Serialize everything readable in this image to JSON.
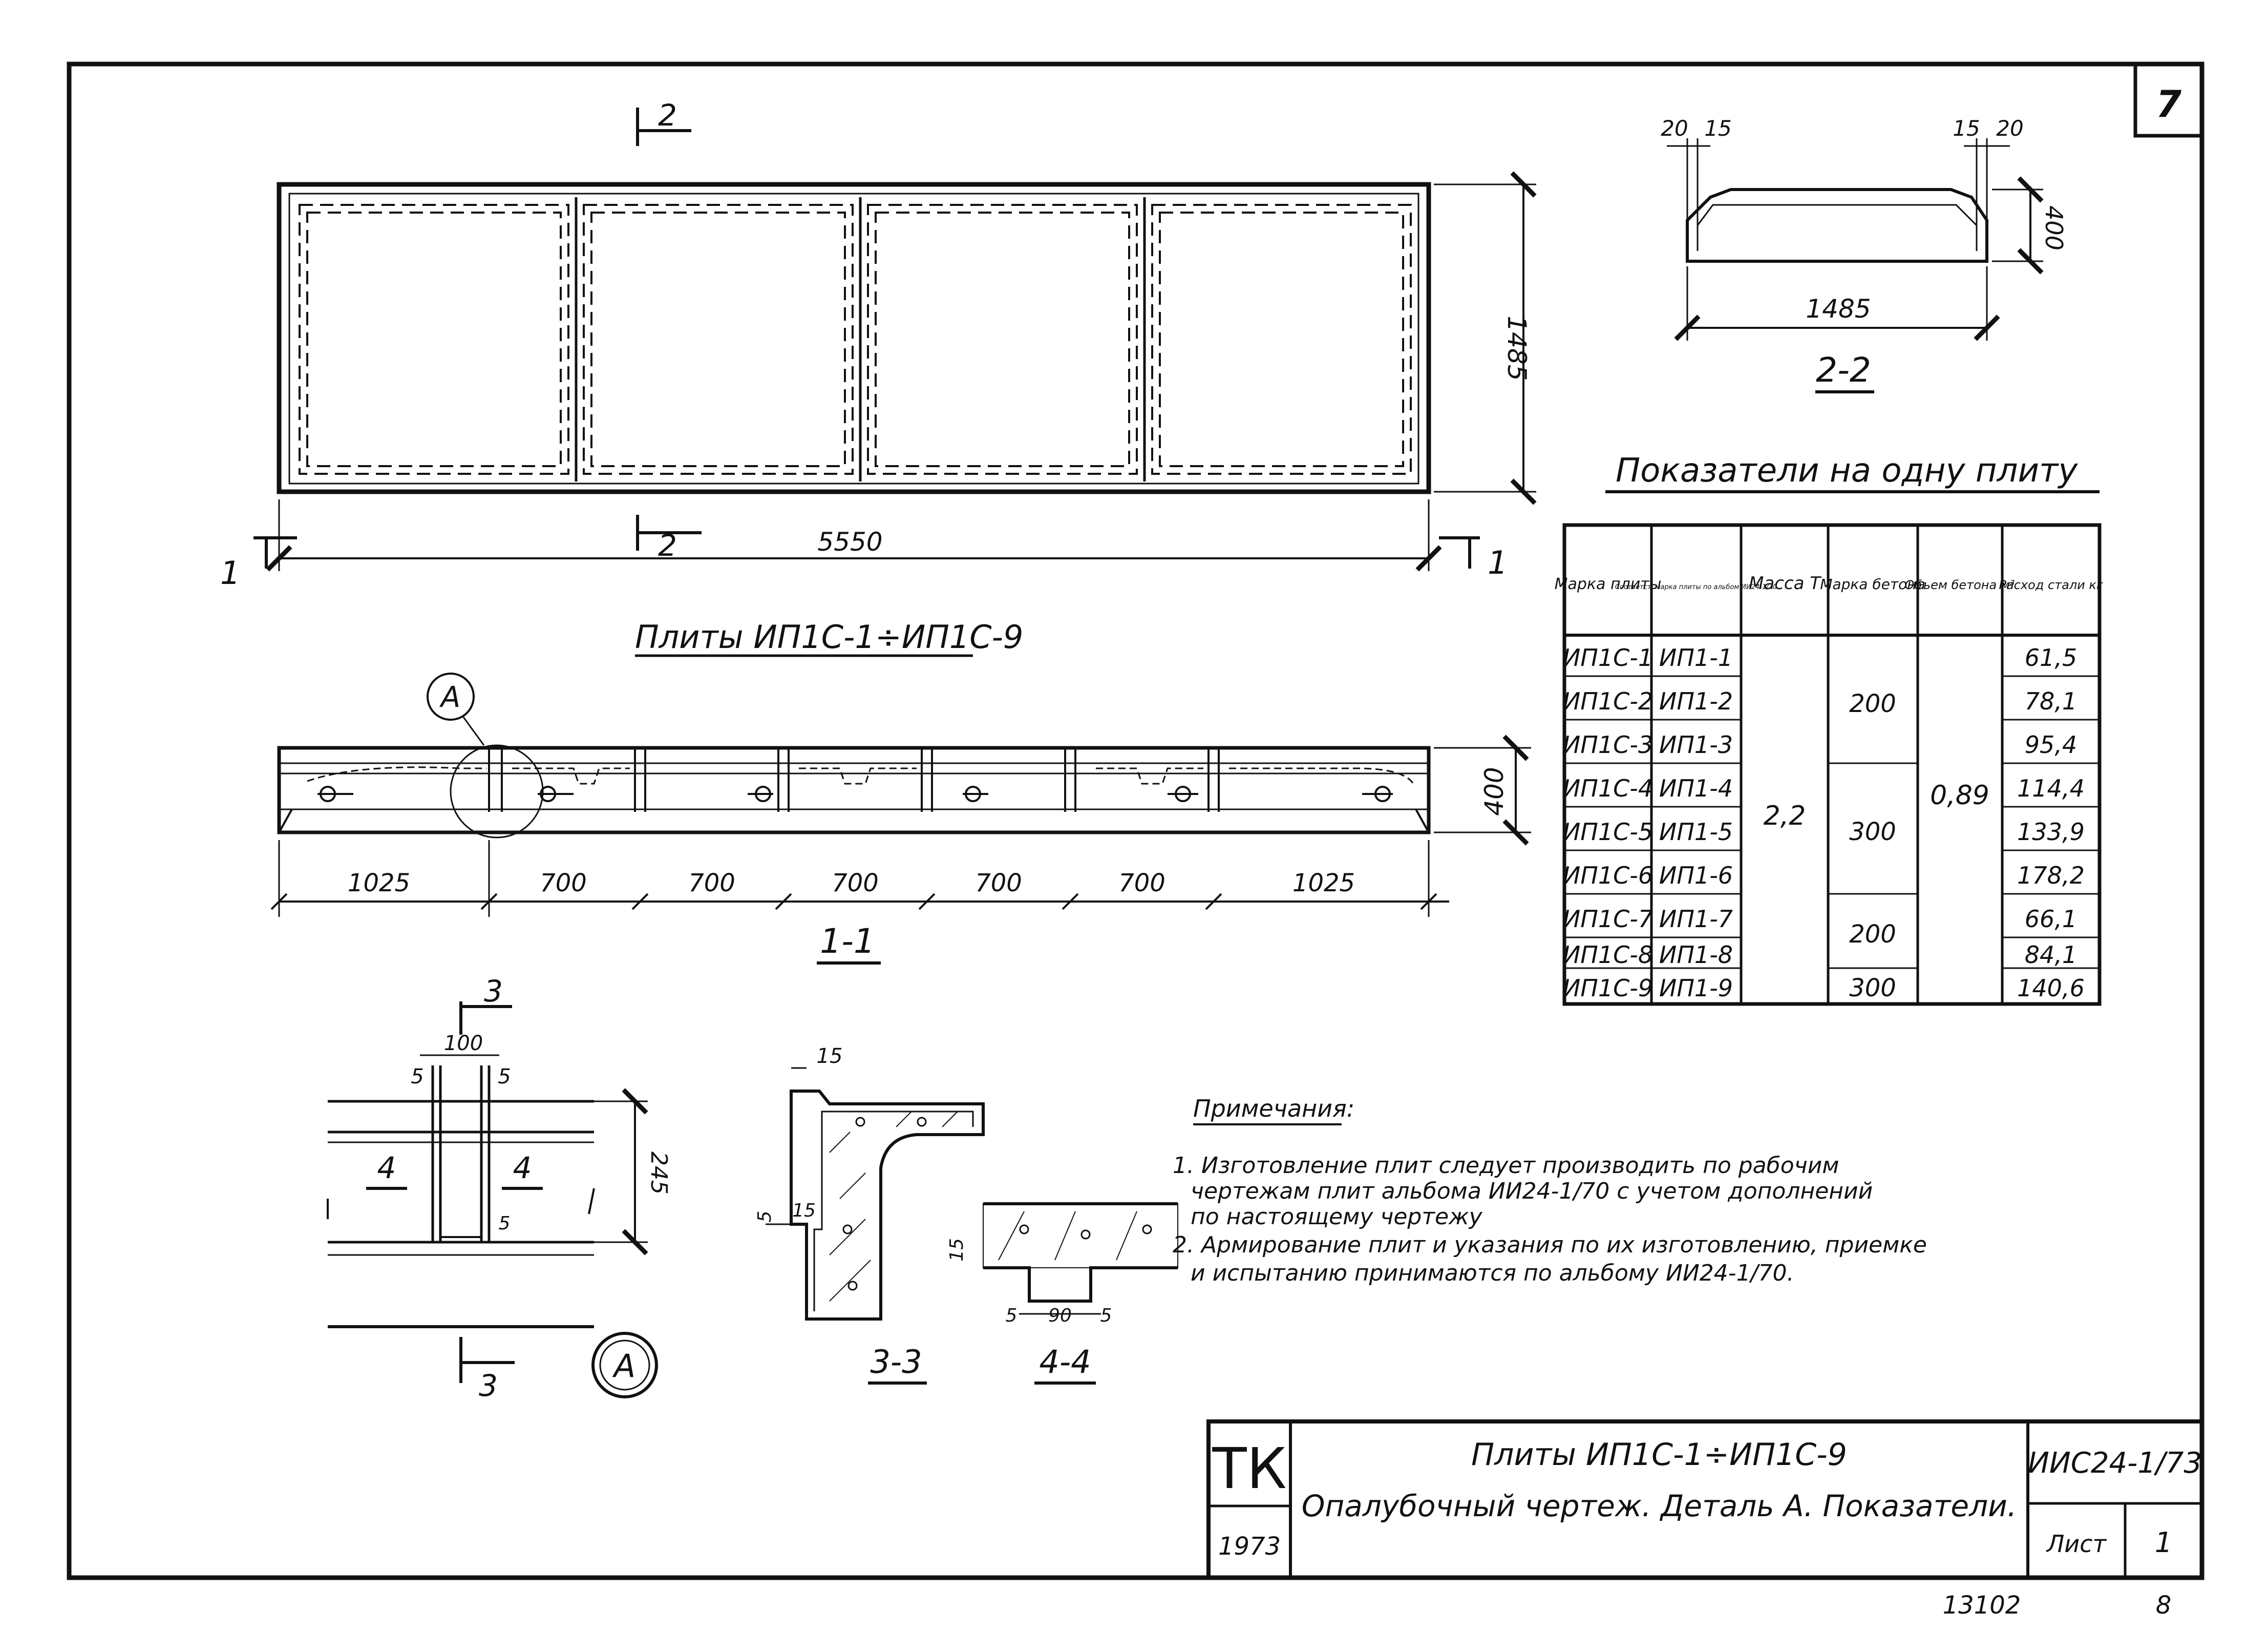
{
  "sheet": {
    "page_number": "7",
    "bottom_code": "13102",
    "bottom_page": "8"
  },
  "plan_view": {
    "title": "Плиты ИП1С-1÷ИП1С-9",
    "dim_length": "5550",
    "dim_width": "1485",
    "section_mark_2": "2",
    "section_mark_1": "1"
  },
  "section_1_1": {
    "title": "1-1",
    "dim_height": "400",
    "callout": "А",
    "spacings": [
      "1025",
      "700",
      "700",
      "700",
      "700",
      "700",
      "1025"
    ]
  },
  "section_2_2": {
    "title": "2-2",
    "dim_width": "1485",
    "dim_height": "400",
    "dims_left": [
      "20",
      "15"
    ],
    "dims_right": [
      "15",
      "20"
    ]
  },
  "detail_a": {
    "label": "А",
    "section_mark": "3",
    "dim_width": "100",
    "dim_left": "5",
    "dim_right": "5",
    "dim_height": "245",
    "dim_small": "5",
    "cut_label": "4"
  },
  "section_3_3": {
    "title": "3-3",
    "dim_top": "15",
    "dim_side_a": "5",
    "dim_side_b": "15"
  },
  "section_4_4": {
    "title": "4-4",
    "dim_left": "5",
    "dim_mid": "90",
    "dim_right": "5",
    "dim_height": "15"
  },
  "table": {
    "title": "Показатели на одну плиту",
    "headers": [
      "Марка плиты",
      "Соответст. марка плиты по альбом ИИ24-1/70",
      "Масса Т",
      "Марка бетона",
      "Объем бетона м³",
      "Расход стали кг"
    ],
    "marks": [
      "ИП1С-1",
      "ИП1С-2",
      "ИП1С-3",
      "ИП1С-4",
      "ИП1С-5",
      "ИП1С-6",
      "ИП1С-7",
      "ИП1С-8",
      "ИП1С-9"
    ],
    "album_marks": [
      "ИП1-1",
      "ИП1-2",
      "ИП1-3",
      "ИП1-4",
      "ИП1-5",
      "ИП1-6",
      "ИП1-7",
      "ИП1-8",
      "ИП1-9"
    ],
    "mass": "2,2",
    "concrete_grades": [
      "200",
      "300",
      "200",
      "300"
    ],
    "volume": "0,89",
    "steel": [
      "61,5",
      "78,1",
      "95,4",
      "114,4",
      "133,9",
      "178,2",
      "66,1",
      "84,1",
      "140,6"
    ]
  },
  "notes": {
    "title": "Примечания:",
    "lines": [
      "1. Изготовление плит следует производить по рабочим",
      "чертежам плит альбома ИИ24-1/70 с учетом дополнений",
      "по настоящему чертежу",
      "2. Армирование плит и указания по их изготовлению, приемке",
      "и испытанию принимаются по альбому ИИ24-1/70."
    ]
  },
  "title_block": {
    "org": "ТК",
    "year": "1973",
    "title_line1": "Плиты ИП1С-1÷ИП1С-9",
    "title_line2": "Опалубочный чертеж. Деталь А. Показатели.",
    "album_code": "ИИС24-1/73",
    "sheet_label": "Лист",
    "sheet_number": "1"
  }
}
